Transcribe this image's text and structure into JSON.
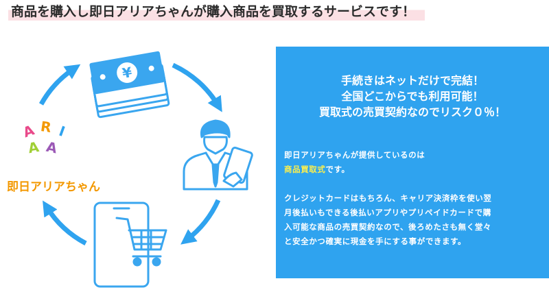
{
  "headline": "商品を購入し即日アリアちゃんが購入商品を買取するサービスです！",
  "logo": {
    "text": "即日アリアちゃん",
    "mark_letters": "ARIA"
  },
  "money_icon": {
    "symbol": "¥"
  },
  "panel": {
    "lead": [
      "手続きはネットだけで完結！",
      "全国どこからでも利用可能！",
      "買取式の売買契約なのでリスク０％！"
    ],
    "intro": "即日アリアちゃんが提供しているのは",
    "highlight": "商品買取式",
    "highlight_suffix": "です。",
    "body_lines": [
      "クレジットカードはもちろん、キャリア決済枠を使い翌",
      "月後払いもできる後払いアプリやプリペイドカードで購",
      "入可能な商品の売買契約なので、後ろめたさも無く堂々",
      "と安全かつ確実に現金を手にする事ができます。"
    ]
  },
  "colors": {
    "panel_bg": "#2fa3ef",
    "arrow": "#2fa3ef",
    "icon_blue": "#3aa6ef",
    "highlight_text": "#fff04a",
    "headline_marker": "#fbe0e4",
    "logo_orange": "#f39800"
  },
  "icons": [
    "yen-bills-icon",
    "businessman-phone-icon",
    "smartphone-cart-icon",
    "cycle-arrows-icon",
    "aria-logo"
  ]
}
